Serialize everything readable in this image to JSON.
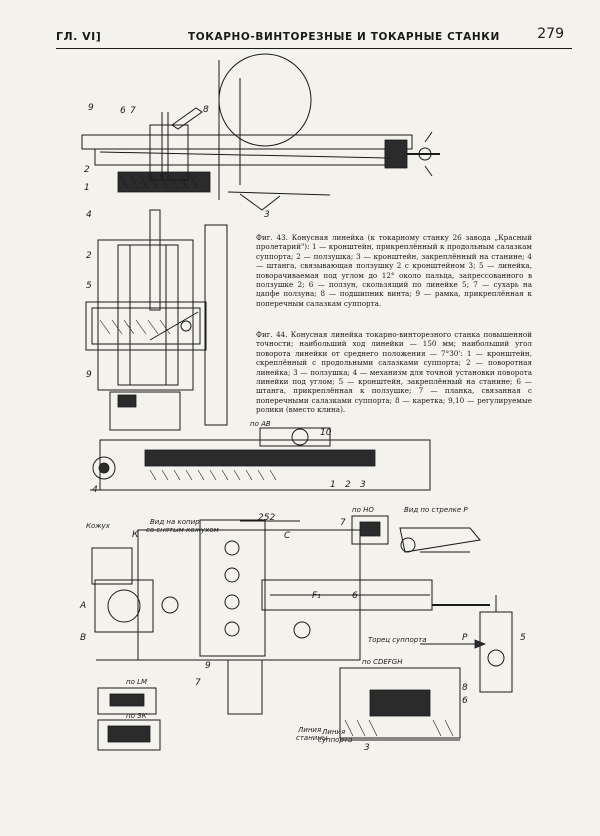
{
  "header": {
    "chapter": "ГЛ. VI]",
    "section_title": "ТОКАРНО-ВИНТОРЕЗНЫЕ И ТОКАРНЫЕ СТАНКИ",
    "page_number": "279"
  },
  "captions": {
    "fig43": "Фиг. 43. Конусная линейка (к токарному станку 26 завода „Красный пролетарий\"): 1 — кронштейн, прикреплённый к продольным салазкам суппорта; 2 — ползушка; 3 — кронштейн, закреплённый на станине; 4 — штанга, связывающая ползушку 2 с кронштейном 3; 5 — линейка, поворачиваемая под углом до 12° около пальца, запрессованного в ползушке 2; 6 — ползун, скользящий по линейке 5; 7 — сухарь на цапфе ползуна; 8 — подшипник винта; 9 — рамка, прикреплённая к поперечным салазкам суппорта.",
    "fig44": "Фиг. 44. Конусная линейка токарно-винторезного станка повышенной точности; наибольший ход линейки — 150 мм; наибольший угол поворота линейки от среднего положения — 7°30': 1 — кронштейн, скреплённый с продольными салазками суппорта; 2 — поворотная линейка; 3 — ползушка; 4 — механизм для точной установки поворота линейки под углом; 5 — кронштейн, закреплённый на станине; 6 — штанга, прикреплённая к ползушке; 7 — планка, связанная с поперечными салазками суппорта; 8 — каретка; 9,10 — регулируемые ролики (вместо клина)."
  },
  "labels": {
    "fig43": {
      "n9": "9",
      "n6": "6",
      "n7": "7",
      "n8": "8",
      "n2": "2",
      "n1": "1",
      "n3": "3",
      "n4": "4",
      "n2b": "2",
      "n5": "5",
      "n9b": "9"
    },
    "fig44": {
      "po_AB": "по АВ",
      "n10": "10",
      "n4": "4",
      "n1": "1",
      "n2": "2",
      "n3": "3",
      "kozhukh": "Кожух",
      "vid_na_kopir_1": "Вид на копир",
      "vid_na_kopir_2": "со снятым кожухом",
      "dim_252": "252",
      "K": "К",
      "C": "С",
      "F1": "F₁",
      "A": "А",
      "B": "В",
      "n6": "6",
      "n7": "7",
      "n9": "9",
      "n5": "5",
      "n8": "8",
      "n6b": "6",
      "po_NO": "по НО",
      "vid_po_strelke": "Вид по стрелке Р",
      "torets_supporta": "Торец суппорта",
      "P": "Р",
      "po_CDEFGH": "по CDEFGH",
      "po_LM": "по LM",
      "po_IK": "по ЗК",
      "liniya_staniny_1": "Линия",
      "liniya_staniny_2": "станины",
      "liniya_supporta_1": "Линия",
      "liniya_supporta_2": "суппорта"
    }
  }
}
